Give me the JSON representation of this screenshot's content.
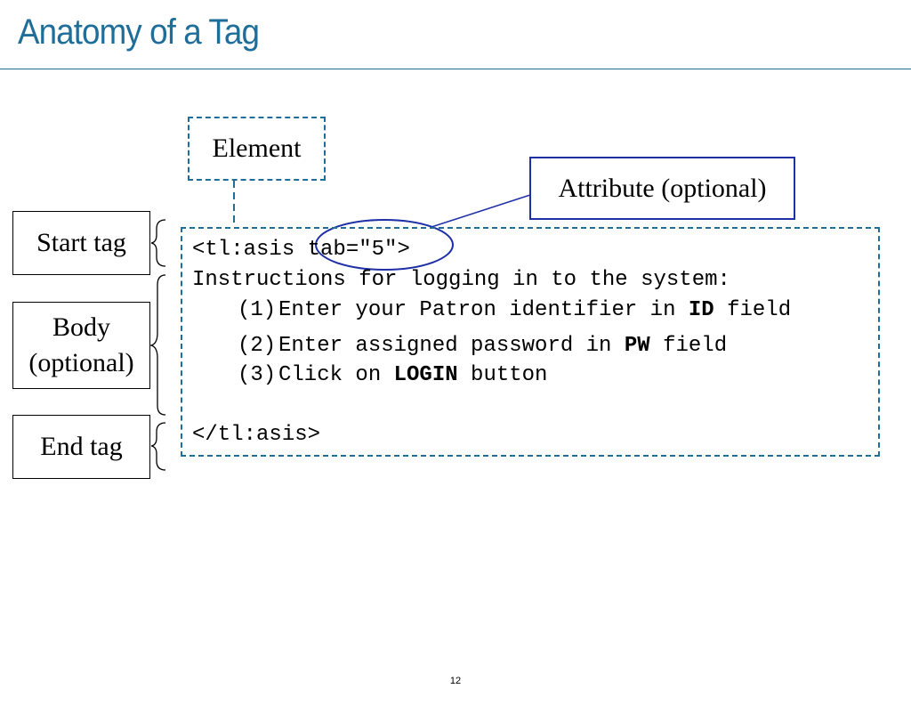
{
  "slide": {
    "title": "Anatomy of a Tag",
    "page_number": "12"
  },
  "labels": {
    "element": "Element",
    "attribute": "Attribute (optional)",
    "start_tag": "Start tag",
    "body_line1": "Body",
    "body_line2": "(optional)",
    "end_tag": "End tag"
  },
  "code": {
    "start_tag": "<tl:asis tab=\"5\">",
    "intro": "Instructions for logging in to the system:",
    "steps": [
      {
        "num": "(1)",
        "before": "Enter your Patron identifier in ",
        "bold": "ID",
        "after": " field"
      },
      {
        "num": "(2)",
        "before": "Enter assigned password in ",
        "bold": "PW",
        "after": " field"
      },
      {
        "num": "(3)",
        "before": "Click on ",
        "bold": "LOGIN",
        "after": " button"
      }
    ],
    "end_tag": "</tl:asis>"
  },
  "colors": {
    "title": "#1f6e99",
    "dashed": "#1f6e99",
    "attribute_callout": "#1f2fa6"
  }
}
